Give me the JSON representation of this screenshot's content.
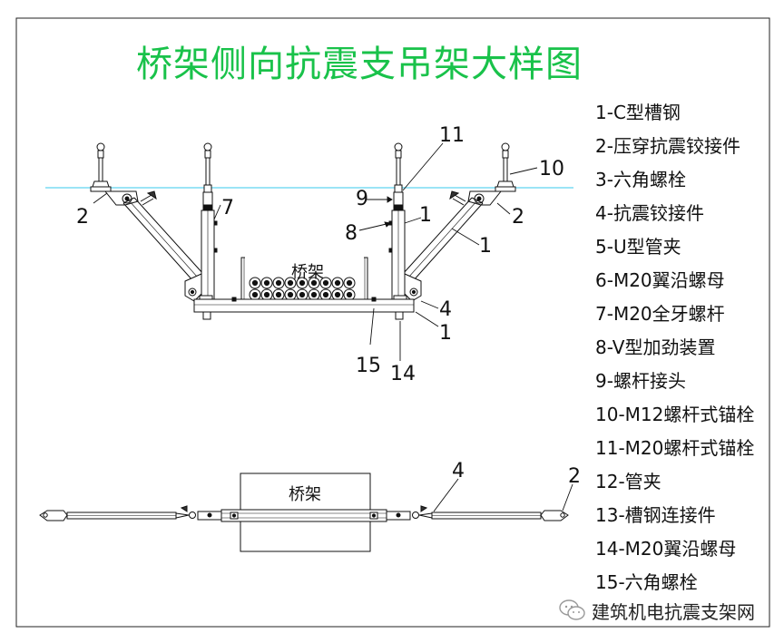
{
  "title": "桥架侧向抗震支吊架大样图",
  "legend": [
    "1-C型槽钢",
    "2-压穿抗震铰接件",
    "3-六角螺栓",
    "4-抗震铰接件",
    "5-U型管夹",
    "6-M20翼沿螺母",
    "7-M20全牙螺杆",
    "8-V型加劲装置",
    "9-螺杆接头",
    "10-M12螺杆式锚栓",
    "11-M20螺杆式锚栓",
    "12-管夹",
    "13-槽钢连接件",
    "14-M20翼沿螺母",
    "15-六角螺栓"
  ],
  "callouts": {
    "c2_left": "2",
    "c7": "7",
    "c11": "11",
    "c10": "10",
    "c9": "9",
    "c1_upper": "1",
    "c8": "8",
    "c2_right": "2",
    "c1_brace": "1",
    "c4": "4",
    "c1_lower": "1",
    "c15": "15",
    "c14": "14",
    "c4_plan": "4",
    "c2_plan": "2"
  },
  "labels": {
    "tray_elevation": "桥架",
    "tray_plan": "桥架"
  },
  "watermark": "建筑机电抗震支架网",
  "colors": {
    "title": "#19c24a",
    "ceiling_line": "#5fd3f0",
    "lines": "#111111"
  }
}
